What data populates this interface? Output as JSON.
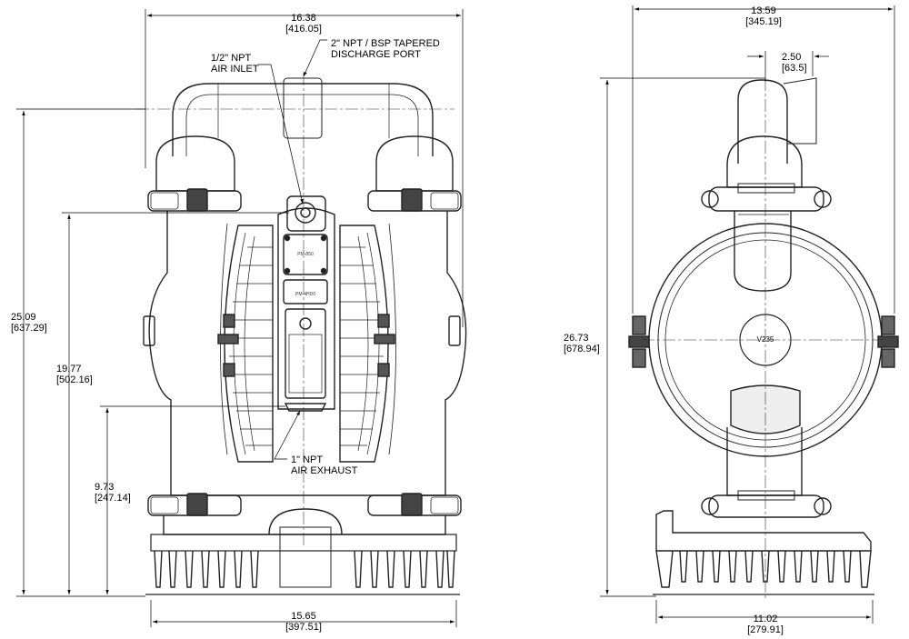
{
  "dimensions": {
    "front_overall_width": {
      "in": "16.38",
      "mm": "[416.05]"
    },
    "front_base_width": {
      "in": "15.65",
      "mm": "[397.51]"
    },
    "front_overall_height": {
      "in": "25.09",
      "mm": "[637.29]"
    },
    "front_air_inlet_height": {
      "in": "19.77",
      "mm": "[502.16]"
    },
    "front_exhaust_height": {
      "in": "9.73",
      "mm": "[247.14]"
    },
    "side_overall_width": {
      "in": "13.59",
      "mm": "[345.19]"
    },
    "side_discharge_offset": {
      "in": "2.50",
      "mm": "[63.5]"
    },
    "side_overall_height": {
      "in": "26.73",
      "mm": "[678.94]"
    },
    "side_base_depth": {
      "in": "11.02",
      "mm": "[279.91]"
    }
  },
  "callouts": {
    "air_inlet": [
      "1/2\" NPT",
      "AIR INLET"
    ],
    "discharge": [
      "2\" NPT / BSP TAPERED",
      "DISCHARGE PORT"
    ],
    "exhaust": [
      "1\" NPT",
      "AIR EXHAUST"
    ]
  },
  "part_labels": {
    "side_center": "V235",
    "plate_upper": "PM-850",
    "plate_lower": "PM-4HD0"
  }
}
